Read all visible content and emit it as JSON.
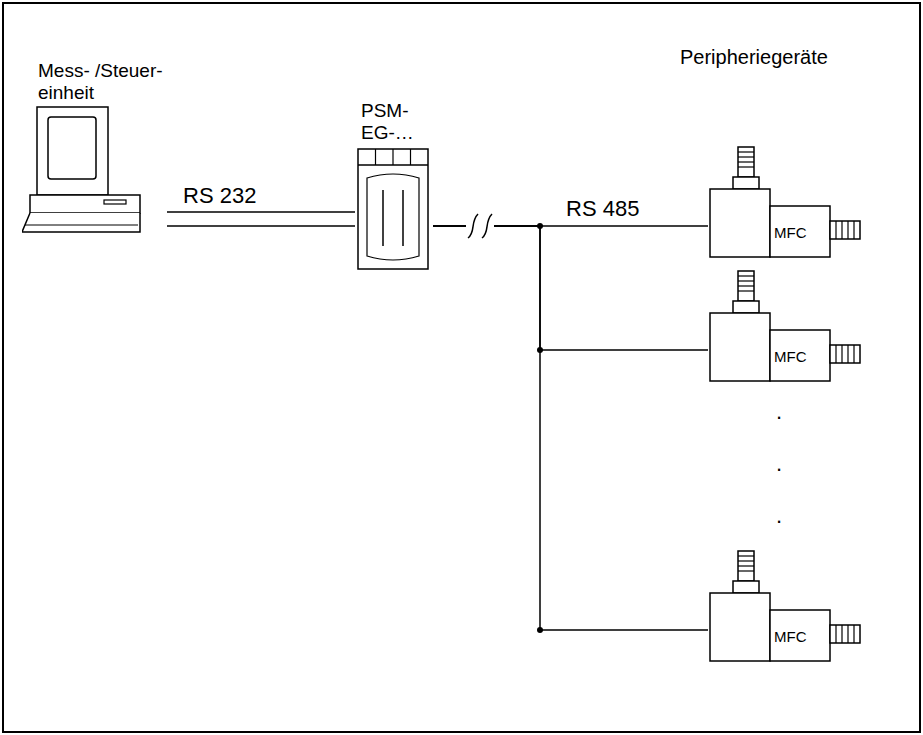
{
  "diagram": {
    "nodes": [
      {
        "text": [
          "Mess- /Steuer- einheit"
        ]
      },
      {
        "text": [
          "PSM- EG-…"
        ]
      },
      {
        "text": [
          "MFC"
        ]
      },
      {
        "text": [
          "MFC"
        ]
      },
      {
        "text": [
          "MFC"
        ]
      }
    ],
    "edges": [
      {
        "from": 0,
        "to": 1,
        "arrow": "none",
        "label": "RS 232"
      },
      {
        "from": 1,
        "to": 2,
        "arrow": "none",
        "label": "RS 485"
      },
      {
        "from": 1,
        "to": 3,
        "arrow": "none"
      },
      {
        "from": 1,
        "to": 4,
        "arrow": "none"
      }
    ],
    "labels": [
      "Peripheriegeräte",
      ".",
      ".",
      "."
    ]
  }
}
